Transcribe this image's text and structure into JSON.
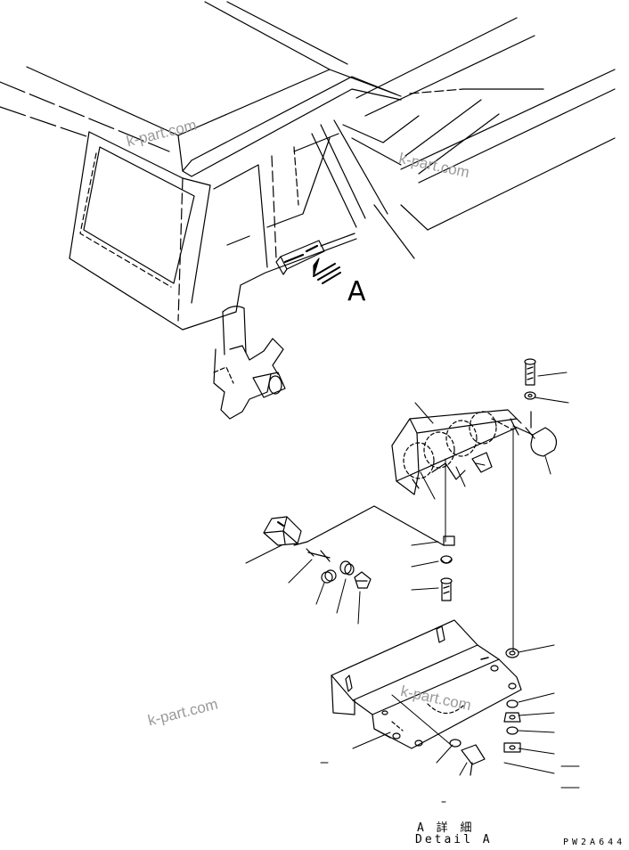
{
  "watermark": "k-part.com",
  "view_label": "A",
  "caption_jp": "A 詳 細",
  "caption_en": "Detail A",
  "drawing_code": "PW2A644",
  "parts": {
    "cab": "cab-and-frame",
    "lamp_housing": "lamp-housing",
    "lamp_bulb": "lamp-bulb",
    "connector": "connector",
    "bracket": "mounting-bracket",
    "bolt": "bolt",
    "washer": "washer",
    "nut": "nut"
  }
}
